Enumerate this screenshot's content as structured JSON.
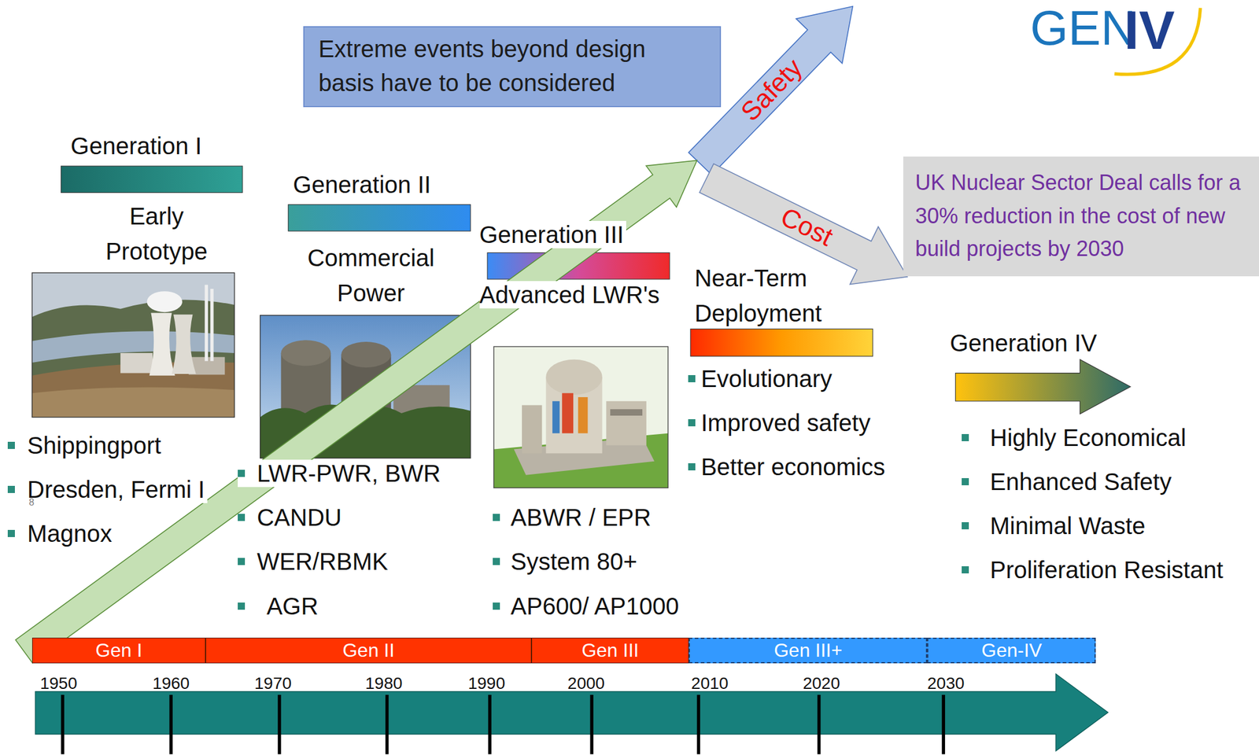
{
  "diagram": {
    "nodes": [
      {
        "text": [
          "Extreme events beyond design basis have to be considered"
        ]
      },
      {
        "text": [
          "UK Nuclear Sector Deal calls for a 30% reduction in the cost of new build projects by 2030"
        ]
      },
      {
        "text": [
          "Gen I"
        ]
      },
      {
        "text": [
          "Gen II"
        ]
      },
      {
        "text": [
          "Gen III"
        ]
      },
      {
        "text": [
          "Gen III+"
        ]
      },
      {
        "text": [
          "Gen-IV"
        ]
      }
    ],
    "labels": [
      "GEN",
      "IV",
      "Safety",
      "Cost",
      "Generation I",
      "Early Prototype",
      "Shippingport",
      "Dresden, Fermi I",
      "Magnox",
      "8",
      "Generation II",
      "Commercial Power",
      "LWR-PWR, BWR",
      "CANDU",
      "WER/RBMK",
      "AGR",
      "Generation III",
      "Advanced LWR's",
      "ABWR / EPR",
      "System 80+",
      "AP600/ AP1000",
      "Near-Term Deployment",
      "Evolutionary",
      "Improved safety",
      "Better economics",
      "Generation IV",
      "Highly Economical",
      "Enhanced Safety",
      "Minimal Waste",
      "Proliferation Resistant",
      "1950",
      "1960",
      "1970",
      "1980",
      "1990",
      "2000",
      "2010",
      "2020",
      "2030"
    ]
  }
}
